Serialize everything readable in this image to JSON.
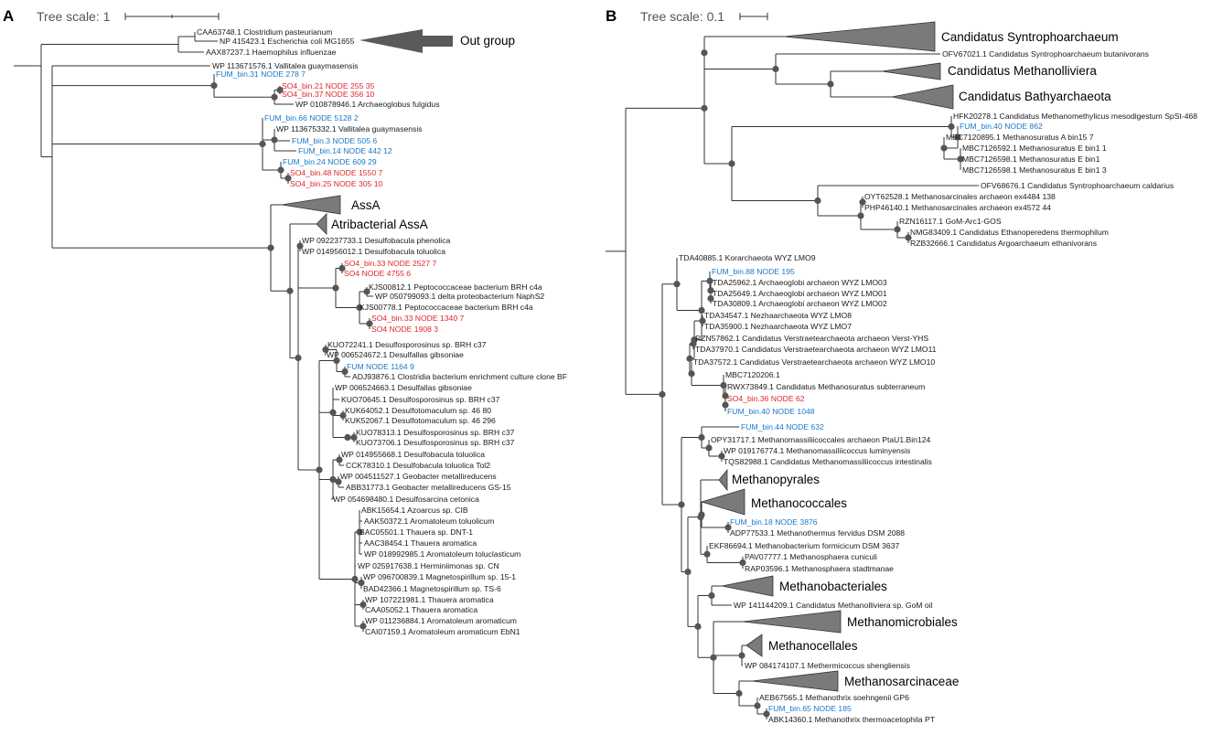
{
  "colors": {
    "black": "#1a1a1a",
    "blue": "#1a78c8",
    "red": "#e0262a",
    "dot": "#555555",
    "wedge": "#7a7a7a"
  },
  "panels": {
    "A": {
      "letter": "A",
      "scale_label": "Tree scale: 1",
      "outgroup_label": "Out group",
      "clades": {
        "assa": "AssA",
        "atri": "Atribacterial AssA"
      },
      "leaves": [
        {
          "text": "CAA63748.1 Clostridium pasteurianum",
          "c": "black"
        },
        {
          "text": "NP 415423.1 Escherichia coli MG1655",
          "c": "black"
        },
        {
          "text": "AAX87237.1 Haemophilus influenzae",
          "c": "black"
        },
        {
          "text": "WP 113671576.1 Vallitalea guaymasensis",
          "c": "black"
        },
        {
          "text": "FUM_bin.31 NODE 278 7",
          "c": "blue"
        },
        {
          "text": "SO4_bin.21 NODE 255 35",
          "c": "red"
        },
        {
          "text": "SO4_bin.37 NODE 356 10",
          "c": "red"
        },
        {
          "text": "WP 010878946.1 Archaeoglobus fulgidus",
          "c": "black"
        },
        {
          "text": "FUM_bin.66 NODE 5128 2",
          "c": "blue"
        },
        {
          "text": "WP 113675332.1 Vallitalea guaymasensis",
          "c": "black"
        },
        {
          "text": "FUM_bin.3 NODE 505 6",
          "c": "blue"
        },
        {
          "text": "FUM_bin.14 NODE 442 12",
          "c": "blue"
        },
        {
          "text": "FUM_bin.24 NODE 609 29",
          "c": "blue"
        },
        {
          "text": "SO4_bin.48 NODE 1550 7",
          "c": "red"
        },
        {
          "text": "SO4_bin.25 NODE 305 10",
          "c": "red"
        },
        {
          "text": "WP 092237733.1 Desulfobacula phenolica",
          "c": "black"
        },
        {
          "text": "WP 014956012.1 Desulfobacula toluolica",
          "c": "black"
        },
        {
          "text": "SO4_bin.33 NODE 2527 7",
          "c": "red"
        },
        {
          "text": "SO4 NODE 4755 6",
          "c": "red"
        },
        {
          "text": "KJS00812.1 Peptococcaceae bacterium BRH c4a",
          "c": "black"
        },
        {
          "text": "WP 050799093.1 delta proteobacterium NaphS2",
          "c": "black"
        },
        {
          "text": "KJS00778.1 Peptococcaceae bacterium BRH c4a",
          "c": "black"
        },
        {
          "text": "SO4_bin.33 NODE 1340 7",
          "c": "red"
        },
        {
          "text": "SO4 NODE 1908 3",
          "c": "red"
        },
        {
          "text": "KUO72241.1 Desulfosporosinus sp. BRH c37",
          "c": "black"
        },
        {
          "text": "WP 006524672.1 Desulfallas gibsoniae",
          "c": "black"
        },
        {
          "text": "FUM NODE 1164 9",
          "c": "blue"
        },
        {
          "text": "ADJ93876.1 Clostridia bacterium enrichment culture clone BF",
          "c": "black"
        },
        {
          "text": "WP 006524663.1 Desulfallas gibsoniae",
          "c": "black"
        },
        {
          "text": "KUO70645.1 Desulfosporosinus sp. BRH c37",
          "c": "black"
        },
        {
          "text": "KUK64052.1 Desulfotomaculum sp. 46 80",
          "c": "black"
        },
        {
          "text": "KUK52067.1 Desulfotomaculum sp. 46 296",
          "c": "black"
        },
        {
          "text": "KUO78313.1 Desulfosporosinus sp. BRH c37",
          "c": "black"
        },
        {
          "text": "KUO73706.1 Desulfosporosinus sp. BRH c37",
          "c": "black"
        },
        {
          "text": "WP 014955668.1 Desulfobacula toluolica",
          "c": "black"
        },
        {
          "text": "CCK78310.1 Desulfobacula toluolica Tol2",
          "c": "black"
        },
        {
          "text": "WP 004511527.1 Geobacter metallireducens",
          "c": "black"
        },
        {
          "text": "ABB31773.1 Geobacter metallireducens GS-15",
          "c": "black"
        },
        {
          "text": "WP 054698480.1 Desulfosarcina cetonica",
          "c": "black"
        },
        {
          "text": "ABK15654.1 Azoarcus sp. CIB",
          "c": "black"
        },
        {
          "text": "AAK50372.1 Aromatoleum toluolicum",
          "c": "black"
        },
        {
          "text": "BAC05501.1 Thauera sp. DNT-1",
          "c": "black"
        },
        {
          "text": "AAC38454.1 Thauera aromatica",
          "c": "black"
        },
        {
          "text": "WP 018992985.1 Aromatoleum toluclasticum",
          "c": "black"
        },
        {
          "text": "WP 025917638.1 Herminiimonas sp. CN",
          "c": "black"
        },
        {
          "text": "WP 096700839.1 Magnetospirillum sp. 15-1",
          "c": "black"
        },
        {
          "text": "BAD42366.1 Magnetospirillum sp. TS-6",
          "c": "black"
        },
        {
          "text": "WP 107221981.1 Thauera aromatica",
          "c": "black"
        },
        {
          "text": "CAA05052.1 Thauera aromatica",
          "c": "black"
        },
        {
          "text": "WP 011236884.1 Aromatoleum aromaticum",
          "c": "black"
        },
        {
          "text": "CAI07159.1 Aromatoleum aromaticum EbN1",
          "c": "black"
        }
      ]
    },
    "B": {
      "letter": "B",
      "scale_label": "Tree scale: 0.1",
      "clades": [
        "Candidatus Syntrophoarchaeum",
        "Candidatus Methanolliviera",
        "Candidatus Bathyarchaeota",
        "Methanopyrales",
        "Methanococcales",
        "Methanobacteriales",
        "Methanomicrobiales",
        "Methanocellales",
        "Methanosarcinaceae"
      ],
      "leaves": [
        {
          "text": "OFV67021.1 Candidatus Syntrophoarchaeum butanivorans",
          "c": "black"
        },
        {
          "text": "HFK20278.1 Candidatus Methanomethylicus mesodigestum SpSt-468",
          "c": "black"
        },
        {
          "text": "FUM_bin.40 NODE 862",
          "c": "blue"
        },
        {
          "text": "MBC7120895.1 Methanosuratus A bin15 7",
          "c": "black"
        },
        {
          "text": "MBC7126592.1 Methanosuratus E bin1 1",
          "c": "black"
        },
        {
          "text": "MBC7126598.1 Methanosuratus E bin1",
          "c": "black"
        },
        {
          "text": "MBC7126598.1 Methanosuratus E bin1 3",
          "c": "black"
        },
        {
          "text": "OFV68676.1 Candidatus Syntrophoarchaeum caldarius",
          "c": "black"
        },
        {
          "text": "OYT62528.1 Methanosarcinales archaeon ex4484 138",
          "c": "black"
        },
        {
          "text": "PHP46140.1 Methanosarcinales archaeon ex4572 44",
          "c": "black"
        },
        {
          "text": "RZN16117.1 GoM-Arc1-GOS",
          "c": "black"
        },
        {
          "text": "NMG83409.1 Candidatus Ethanoperedens thermophilum",
          "c": "black"
        },
        {
          "text": "RZB32666.1 Candidatus Argoarchaeum ethanivorans",
          "c": "black"
        },
        {
          "text": "TDA40885.1 Korarchaeota WYZ LMO9",
          "c": "black"
        },
        {
          "text": "FUM_bin.88 NODE 195",
          "c": "blue"
        },
        {
          "text": "TDA25962.1 Archaeoglobi archaeon WYZ LMO03",
          "c": "black"
        },
        {
          "text": "TDA25649.1 Archaeoglobi archaeon WYZ LMO01",
          "c": "black"
        },
        {
          "text": "TDA30809.1 Archaeoglobi archaeon WYZ LMO02",
          "c": "black"
        },
        {
          "text": "TDA34547.1 Nezhaarchaeota WYZ LMO8",
          "c": "black"
        },
        {
          "text": "TDA35900.1 Nezhaarchaeota WYZ LMO7",
          "c": "black"
        },
        {
          "text": "RZN57862.1 Candidatus Verstraetearchaeota archaeon Verst-YHS",
          "c": "black"
        },
        {
          "text": "TDA37970.1 Candidatus Verstraetearchaeota archaeon WYZ LMO11",
          "c": "black"
        },
        {
          "text": "TDA37572.1 Candidatus Verstraetearchaeota archaeon WYZ LMO10",
          "c": "black"
        },
        {
          "text": "MBC7120206.1",
          "c": "black"
        },
        {
          "text": "RWX73849.1 Candidatus Methanosuratus subterraneum",
          "c": "black"
        },
        {
          "text": "SO4_bin.36 NODE 62",
          "c": "red"
        },
        {
          "text": "FUM_bin.40 NODE 1048",
          "c": "blue"
        },
        {
          "text": "FUM_bin.44 NODE 632",
          "c": "blue"
        },
        {
          "text": "OPY31717.1 Methanomassiliicoccales archaeon PtaU1.Bin124",
          "c": "black"
        },
        {
          "text": "WP 019176774.1 Methanomassiliicoccus luminyensis",
          "c": "black"
        },
        {
          "text": "TQS82988.1 Candidatus Methanomassiliicoccus intestinalis",
          "c": "black"
        },
        {
          "text": "FUM_bin.18 NODE 3876",
          "c": "blue"
        },
        {
          "text": "ADP77533.1 Methanothermus fervidus DSM 2088",
          "c": "black"
        },
        {
          "text": "EKF86694.1 Methanobacterium formicicum DSM 3637",
          "c": "black"
        },
        {
          "text": "PAV07777.1 Methanosphaera cuniculi",
          "c": "black"
        },
        {
          "text": "RAP03596.1 Methanosphaera stadtmanae",
          "c": "black"
        },
        {
          "text": "WP 141144209.1 Candidatus Methanolliviera sp. GoM oil",
          "c": "black"
        },
        {
          "text": "WP 084174107.1 Methermicoccus shengliensis",
          "c": "black"
        },
        {
          "text": "AEB67565.1 Methanothrix soehngenii GP6",
          "c": "black"
        },
        {
          "text": "FUM_bin.65 NODE 185",
          "c": "blue"
        },
        {
          "text": "ABK14360.1 Methanothrix thermoacetophila PT",
          "c": "black"
        }
      ]
    }
  }
}
